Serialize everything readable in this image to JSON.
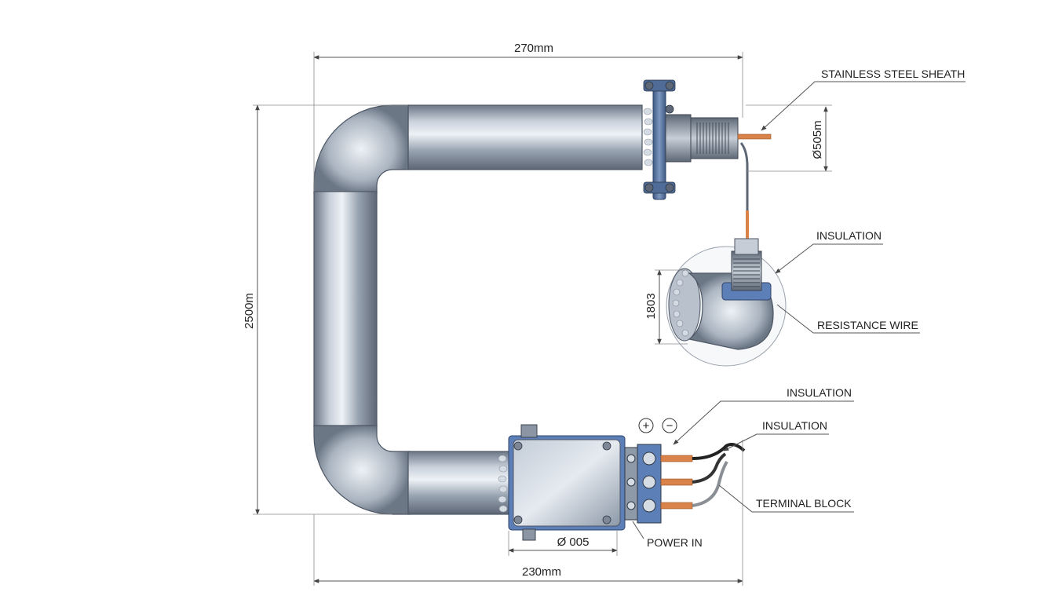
{
  "dimensions": {
    "top_width": "270mm",
    "bottom_width": "230mm",
    "height": "2500m",
    "sheath_diameter": "Ø505m",
    "inset_height": "1803",
    "box_diameter": "Ø 005"
  },
  "labels": {
    "stainless_steel_sheath": "STAINLESS STEEL SHEATH",
    "insulation_inset": "INSULATION",
    "resistance_wire": "RESISTANCE WIRE",
    "insulation_upper": "INSULATION",
    "insulation_lower": "INSULATION",
    "terminal_block": "TERMINAL BLOCK",
    "power_in": "POWER IN"
  },
  "symbols": {
    "plus": "+",
    "minus": "−"
  },
  "colors": {
    "steel_dark": "#6f7c8c",
    "steel_light": "#e6ebf1",
    "flange_blue": "#5a78a6",
    "copper": "#d9824a",
    "insulation_blue": "#5d7fb8"
  }
}
